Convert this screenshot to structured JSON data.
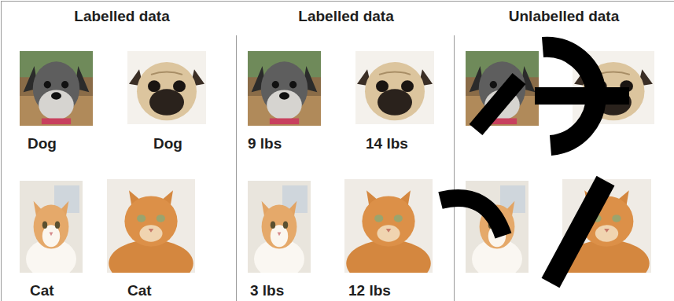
{
  "diagram": {
    "labels": [
      "Labelled data",
      "Labelled data",
      "Unlabelled data",
      "Dog",
      "Dog",
      "9 lbs",
      "14 lbs",
      "Cat",
      "Cat",
      "3 lbs",
      "12 lbs"
    ]
  }
}
